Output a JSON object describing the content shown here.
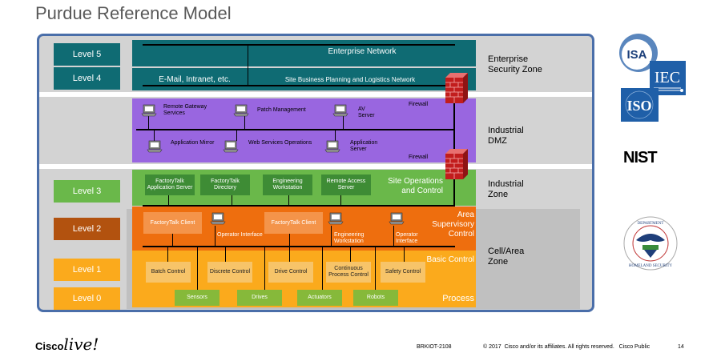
{
  "title": "Purdue Reference Model",
  "levels": {
    "l5": "Level 5",
    "l4": "Level 4",
    "l3": "Level 3",
    "l2": "Level 2",
    "l1": "Level 1",
    "l0": "Level 0"
  },
  "colors": {
    "enterprise": "#0f6b73",
    "dmz": "#9966e0",
    "site": "#6ab84a",
    "site_node": "#3e8c35",
    "area": "#ee6e0e",
    "area_node": "#f4944a",
    "basic": "#fbaa1c",
    "basic_node": "#f7c469",
    "process_node": "#86b93a",
    "level2": "#b2520f",
    "frame": "#4a6ea9"
  },
  "enterprise": {
    "network": "Enterprise Network",
    "email": "E-Mail, Intranet, etc.",
    "site_business": "Site Business Planning and Logistics Network"
  },
  "dmz": {
    "firewall_top": "Firewall",
    "firewall_bottom": "Firewall",
    "nodes": [
      "Remote Gateway Services",
      "Patch Management",
      "AV Server",
      "Application Mirror",
      "Web Services Operations",
      "Application Server"
    ]
  },
  "site": {
    "label": "Site Operations and Control",
    "nodes": [
      "FactoryTalk Application Server",
      "FactoryTalk Directory",
      "Engineering Workstation",
      "Remote Access Server"
    ]
  },
  "area": {
    "label": "Area Supervisory Control",
    "nodes": [
      "FactoryTalk Client",
      "Operator Interface",
      "FactoryTalk Client",
      "Engineering Workstation",
      "Operator Interface"
    ]
  },
  "basic": {
    "label": "Basic Control",
    "nodes": [
      "Batch Control",
      "Discrete Control",
      "Drive Control",
      "Continuous Process Control",
      "Safety Control"
    ]
  },
  "process": {
    "label": "Process",
    "nodes": [
      "Sensors",
      "Drives",
      "Actuators",
      "Robots"
    ]
  },
  "zones": {
    "enterprise": "Enterprise Security Zone",
    "dmz": "Industrial DMZ",
    "industrial": "Industrial Zone",
    "cell": "Cell/Area Zone"
  },
  "logos": {
    "isa": "ISA",
    "iec": "IEC",
    "iso": "ISO",
    "nist": "NIST",
    "dhs": "U.S. DEPARTMENT OF HOMELAND SECURITY"
  },
  "footer": {
    "brand": "Cisco",
    "brand_script": "live!",
    "session": "BRKIOT-2108",
    "copyright": "© 2017  Cisco and/or its affiliates. All rights reserved.   Cisco Public",
    "page": "14"
  }
}
